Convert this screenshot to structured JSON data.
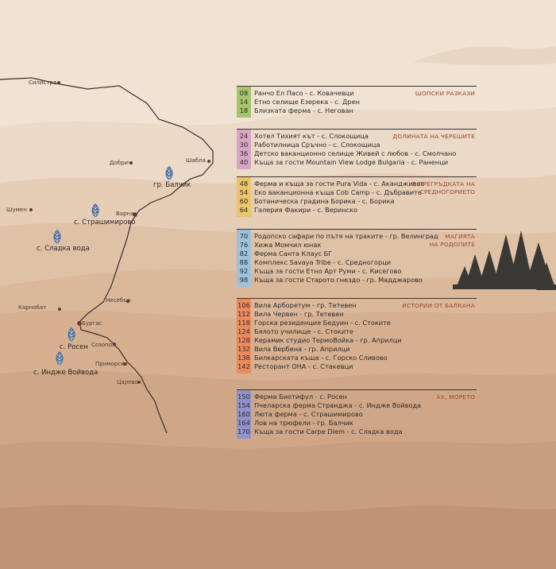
{
  "colors": {
    "sky": "#efe2d2",
    "hill_light": "#e2c6ac",
    "hill_mid": "#d3ae8e",
    "hill_dark": "#bf9272",
    "route": "#3a2e2e",
    "dot": "#6b3a1e",
    "leaf": "#4b6a98",
    "trees": "#3a3835",
    "region_text": "#9a4a2a"
  },
  "map": {
    "cities": [
      {
        "id": "silistra",
        "label": "Силистра"
      },
      {
        "id": "dobrich",
        "label": "Добрич"
      },
      {
        "id": "shabla",
        "label": "Шабла"
      },
      {
        "id": "shumen",
        "label": "Шумен"
      },
      {
        "id": "varna",
        "label": "Варна"
      },
      {
        "id": "nesebar",
        "label": "Несебър"
      },
      {
        "id": "karnobat",
        "label": "Карнобат"
      },
      {
        "id": "burgas",
        "label": "Бургас"
      },
      {
        "id": "sozopol",
        "label": "Созопол"
      },
      {
        "id": "primorsko",
        "label": "Приморско"
      },
      {
        "id": "tsarevo",
        "label": "Царево"
      }
    ],
    "highlights": [
      {
        "id": "balchik",
        "label": "гр. Балчик",
        "icon": "leaf-icon"
      },
      {
        "id": "strashimirovo",
        "label": "с. Страшимирово",
        "icon": "leaf-icon"
      },
      {
        "id": "sladka_voda",
        "label": "с. Сладка вода",
        "icon": "leaf-icon"
      },
      {
        "id": "rosen",
        "label": "с. Росен",
        "icon": "leaf-icon"
      },
      {
        "id": "inzhe_voyvoda",
        "label": "с. Инджe Войвода",
        "icon": "leaf-icon"
      }
    ]
  },
  "toc": [
    {
      "region": "ШОПСКИ РАЗКАЗИ",
      "color": "#a6c46e",
      "items": [
        {
          "page": "08",
          "title": "Ранчо Ел Пасо - с. Ковачевци"
        },
        {
          "page": "14",
          "title": "Етно селище Езерека - с. Дрен"
        },
        {
          "page": "18",
          "title": "Близката ферма - с. Негован"
        }
      ]
    },
    {
      "region": "ДОЛИНАТА НА ЧЕРЕШИТЕ",
      "color": "#d7a6c4",
      "items": [
        {
          "page": "24",
          "title": "Хотел Тихият кът - с. Слокощица"
        },
        {
          "page": "30",
          "title": "Работилница Сръчно - с. Слокощица"
        },
        {
          "page": "36",
          "title": "Детско ваканционно селище Живей с любов - с. Смолчано"
        },
        {
          "page": "40",
          "title": "Къща за гости Mountain View Lodge Bulgaria - с. Раненци"
        }
      ]
    },
    {
      "region": "В ПРЕГРЪДКАТА НА\nСРЕДНОГОРИЕТО",
      "color": "#ecc46a",
      "items": [
        {
          "page": "48",
          "title": "Ферма и къща за гости Pura Vida - с. Аканджиево"
        },
        {
          "page": "54",
          "title": "Еко ваканционна къща Cob Camp - с. Дъбравите"
        },
        {
          "page": "60",
          "title": "Ботаническа градина Борика - с. Борика"
        },
        {
          "page": "64",
          "title": "Галерия Факири - с. Веринско"
        }
      ]
    },
    {
      "region": "МАГИЯТА\nНА РОДОПИТЕ",
      "color": "#9cc2de",
      "items": [
        {
          "page": "70",
          "title": "Родопско сафари по пътя на траките - гр. Велинград"
        },
        {
          "page": "76",
          "title": "Хижа Момчил юнак"
        },
        {
          "page": "82",
          "title": "Ферма Санта Клаус БГ"
        },
        {
          "page": "88",
          "title": "Комплекс Savaya Tribe - с. Средногорци"
        },
        {
          "page": "92",
          "title": "Къща за гости Етно Арт Руми - с. Кисегово"
        },
        {
          "page": "98",
          "title": "Къща за гости Старото гнездо - гр. Мадджарово"
        }
      ]
    },
    {
      "region": "ИСТОРИИ ОТ БАЛКАНА",
      "color": "#ec8a5e",
      "items": [
        {
          "page": "106",
          "title": "Вила Арборетум - гр. Тетевен"
        },
        {
          "page": "112",
          "title": "Вила Червен - гр. Тетевен"
        },
        {
          "page": "118",
          "title": "Горска резиденция Бедуин - с. Стокитe"
        },
        {
          "page": "124",
          "title": "Бялото училище - с. Стоките"
        },
        {
          "page": "128",
          "title": "Керамик студио ТермоВойка - гр. Априлци"
        },
        {
          "page": "132",
          "title": "Вила Вербена - гр. Априлци"
        },
        {
          "page": "138",
          "title": "Билкарската къща - с. Горско Сливово"
        },
        {
          "page": "142",
          "title": "Ресторант ОНА - с. Стакевци"
        }
      ]
    },
    {
      "region": "АХ, МОРЕТО",
      "color": "#8e92c8",
      "items": [
        {
          "page": "150",
          "title": "Ферма Биотифул - с. Росен"
        },
        {
          "page": "154",
          "title": "Пчеларска ферма Странджа - с. Инджe Войвода"
        },
        {
          "page": "160",
          "title": "Люта ферма - с. Страшимирово"
        },
        {
          "page": "164",
          "title": "Лов на трюфели - гр. Балчик"
        },
        {
          "page": "170",
          "title": "Къща за гости Carpe Diem - с. Сладка вода"
        }
      ]
    }
  ]
}
